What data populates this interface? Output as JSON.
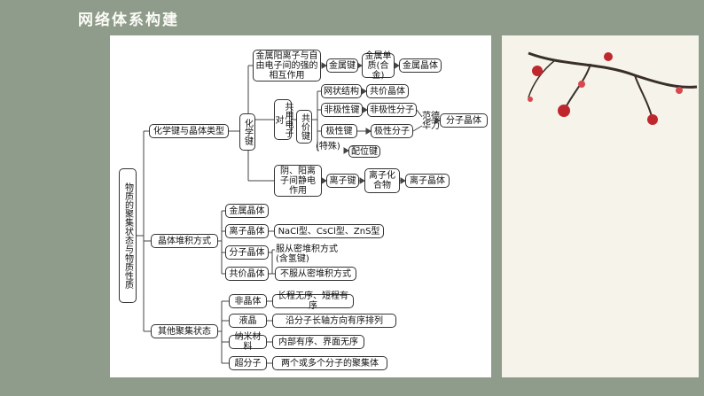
{
  "slide": {
    "title": "网络体系构建"
  },
  "mindmap": {
    "root": "物质的聚集状态与物质性质",
    "branch1": {
      "label": "化学键与晶体类型",
      "bond": "化学键",
      "metal_desc": "金属阳离子与自由电子间的强的相互作用",
      "metal_bond": "金属键",
      "metal_substance": "金属单质(合金)",
      "metal_crystal": "金属晶体",
      "shared_pair": "共用电子对",
      "covalent": "共价键",
      "network": "网状结构",
      "covalent_crystal": "共价晶体",
      "nonpolar_bond": "非极性键",
      "nonpolar_molecule": "非极性分子",
      "polar_bond": "极性键",
      "polar_molecule": "极性分子",
      "vdw": "范德华力",
      "molecular_crystal": "分子晶体",
      "special": "(特殊)",
      "coordinate": "配位键",
      "ionic_desc": "阴、阳离子间静电作用",
      "ionic_bond": "离子键",
      "ionic_compound": "离子化合物",
      "ionic_crystal": "离子晶体"
    },
    "branch2": {
      "label": "晶体堆积方式",
      "metal": "金属晶体",
      "ionic": "离子晶体",
      "ionic_types": "NaCl型、CsCl型、ZnS型",
      "molecular": "分子晶体",
      "molecular_packing": "服从密堆积方式\n(含氢键)",
      "covalent": "共价晶体",
      "covalent_packing": "不服从密堆积方式"
    },
    "branch3": {
      "label": "其他聚集状态",
      "items": [
        {
          "name": "非晶体",
          "desc": "长程无序、短程有序"
        },
        {
          "name": "液晶",
          "desc": "沿分子长轴方向有序排列"
        },
        {
          "name": "纳米材料",
          "desc": "内部有序、界面无序"
        },
        {
          "name": "超分子",
          "desc": "两个或多个分子的聚集体"
        }
      ]
    }
  }
}
